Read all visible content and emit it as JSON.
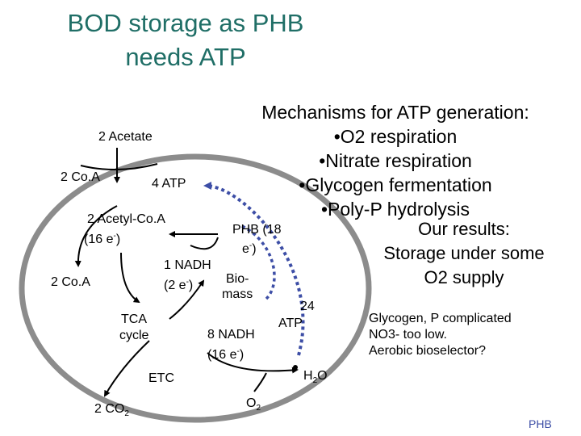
{
  "title": {
    "line1": "BOD storage as PHB",
    "line2": "needs ATP"
  },
  "mechanisms": {
    "heading": "Mechanisms for ATP generation:",
    "items": [
      "•O2 respiration",
      "•Nitrate respiration",
      "•Glycogen fermentation",
      "•Poly-P hydrolysis"
    ]
  },
  "results": {
    "heading_lines": [
      "Our results:",
      "Storage under some",
      "O2 supply"
    ],
    "notes": [
      "Glycogen, P complicated",
      "NO3- too low.",
      "Aerobic bioselector?"
    ]
  },
  "diagram": {
    "acetate": "2 Acetate",
    "coa_top": "2 Co.A",
    "atp_in": "4 ATP",
    "acetyl_coa": "2 Acetyl-Co.A",
    "acetyl_e_pre": "(16 e",
    "acetyl_e_post": ")",
    "coa_mid": "2 Co.A",
    "phb_a": "PHB (18",
    "phb_b": "e",
    "phb_b_post": ")",
    "nadh1": "1 NADH",
    "nadh1_e_pre": "(2 e",
    "nadh1_e_post": ")",
    "biomass_1": "Bio-",
    "biomass_2": "mass",
    "tca_1": "TCA",
    "tca_2": "cycle",
    "nadh8": "8 NADH",
    "nadh8_e_pre": "(16 e",
    "nadh8_e_post": ")",
    "atp_out_1": "24",
    "atp_out_2": "ATP",
    "etc": "ETC",
    "co2_main": "2 CO",
    "co2_sub": "2",
    "h2o_h": "H",
    "h2o_sub": "2",
    "h2o_o": "O",
    "o2_main": "O",
    "o2_sub": "2",
    "minus": "-"
  },
  "footer": "PHB",
  "colors": {
    "title": "#1f6e66",
    "cell": "#8c8c8c",
    "atp_arrow": "#3d4ea6",
    "footer": "#3d4ea6"
  }
}
